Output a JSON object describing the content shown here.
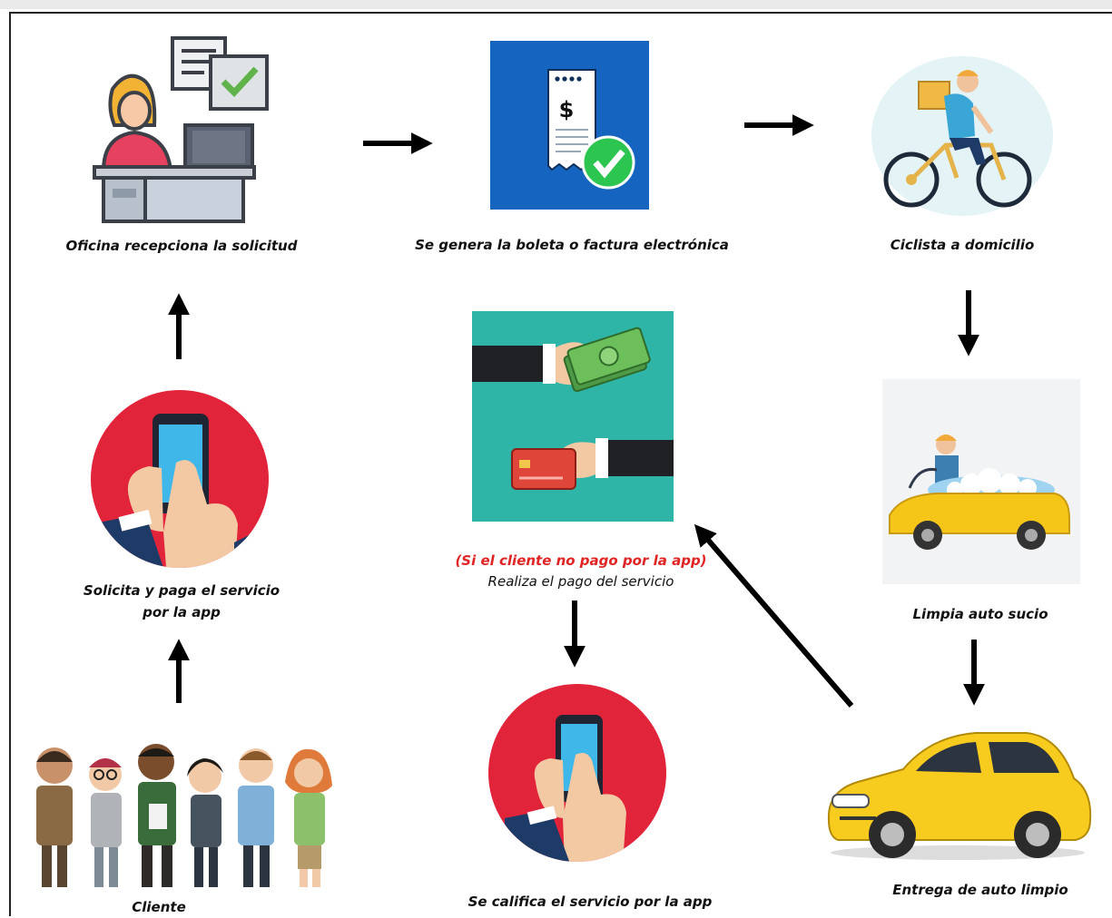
{
  "nodes": {
    "office": "Oficina recepciona la solicitud",
    "invoice": "Se genera la boleta o factura electrónica",
    "cyclist": "Ciclista a domicilio",
    "wash": "Limpia auto sucio",
    "delivery": "Entrega de auto limpio",
    "rating": "Se califica el servicio por la app",
    "payment_note": "(Si el cliente no pago por la app)",
    "payment": "Realiza el pago del servicio",
    "request_line1": "Solicita y paga el servicio",
    "request_line2": "por la app",
    "client": "Cliente"
  },
  "icons": {
    "office": "office-desk-icon",
    "invoice": "receipt-check-icon",
    "cyclist": "delivery-cyclist-icon",
    "wash": "car-washing-icon",
    "delivery": "yellow-car-icon",
    "rating": "phone-tap-icon",
    "payment": "cash-card-exchange-icon",
    "request": "phone-tap-icon",
    "client": "group-people-icon"
  },
  "colors": {
    "invoice_bg": "#1565c0",
    "payment_bg": "#2fb5a7",
    "phone_circle": "#e2243a",
    "car_yellow": "#f5c518",
    "note_red": "#e02424"
  }
}
